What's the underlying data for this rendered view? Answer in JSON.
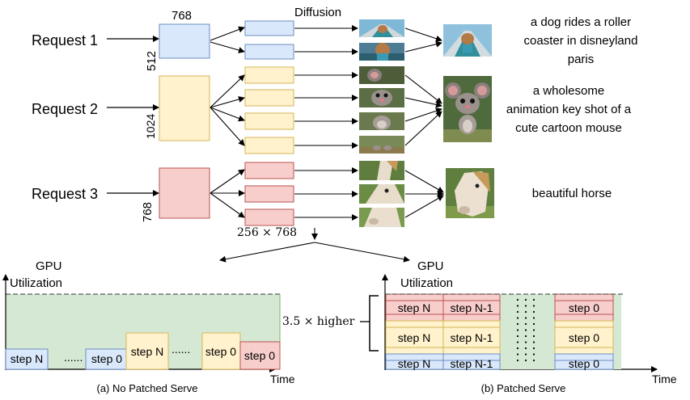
{
  "top": {
    "diffusion_label": "Diffusion",
    "requests": [
      {
        "label": "Request 1",
        "width_label": "768",
        "height_label": "512",
        "prompt_lines": [
          "a dog rides a roller",
          "coaster in disneyland",
          "paris"
        ],
        "patch_count": 2,
        "color": "#dae8fc",
        "stroke": "#6c8ebf",
        "image_theme": "dog-roller-coaster"
      },
      {
        "label": "Request 2",
        "height_label": "1024",
        "prompt_lines": [
          "a wholesome",
          "animation key shot of a",
          "cute cartoon mouse"
        ],
        "patch_count": 4,
        "color": "#fff2cc",
        "stroke": "#d6b656",
        "image_theme": "cartoon-mouse"
      },
      {
        "label": "Request 3",
        "height_label": "768",
        "prompt_lines": [
          "beautiful horse"
        ],
        "patch_count": 3,
        "color": "#f8cecc",
        "stroke": "#b85450",
        "image_theme": "horse"
      }
    ],
    "patch_size_label": "256 × 768"
  },
  "left_chart": {
    "y_label_lines": [
      "GPU",
      "Utilization"
    ],
    "x_label": "Time",
    "caption": "(a) No Patched Serve",
    "steps": [
      {
        "label": "step N",
        "color": "#dae8fc"
      },
      {
        "label": "......",
        "color": "none"
      },
      {
        "label": "step 0",
        "color": "#dae8fc"
      },
      {
        "label": "step N",
        "color": "#fff2cc"
      },
      {
        "label": "......",
        "color": "none"
      },
      {
        "label": "step 0",
        "color": "#fff2cc"
      },
      {
        "label": "step 0",
        "color": "#f8cecc"
      }
    ]
  },
  "right_chart": {
    "y_label_lines": [
      "GPU",
      "Utilization"
    ],
    "x_label": "Time",
    "caption": "(b) Patched Serve",
    "col1_labels": [
      "step N",
      "step N",
      "step N"
    ],
    "col2_labels": [
      "step N-1",
      "step N-1",
      "step N-1"
    ],
    "col4_labels": [
      "step 0",
      "step 0",
      "step 0"
    ]
  },
  "comparison_label": "3.5 × higher",
  "colors": {
    "blue": "#dae8fc",
    "yellow": "#fff2cc",
    "red": "#f8cecc",
    "green": "#d5e8d4"
  }
}
